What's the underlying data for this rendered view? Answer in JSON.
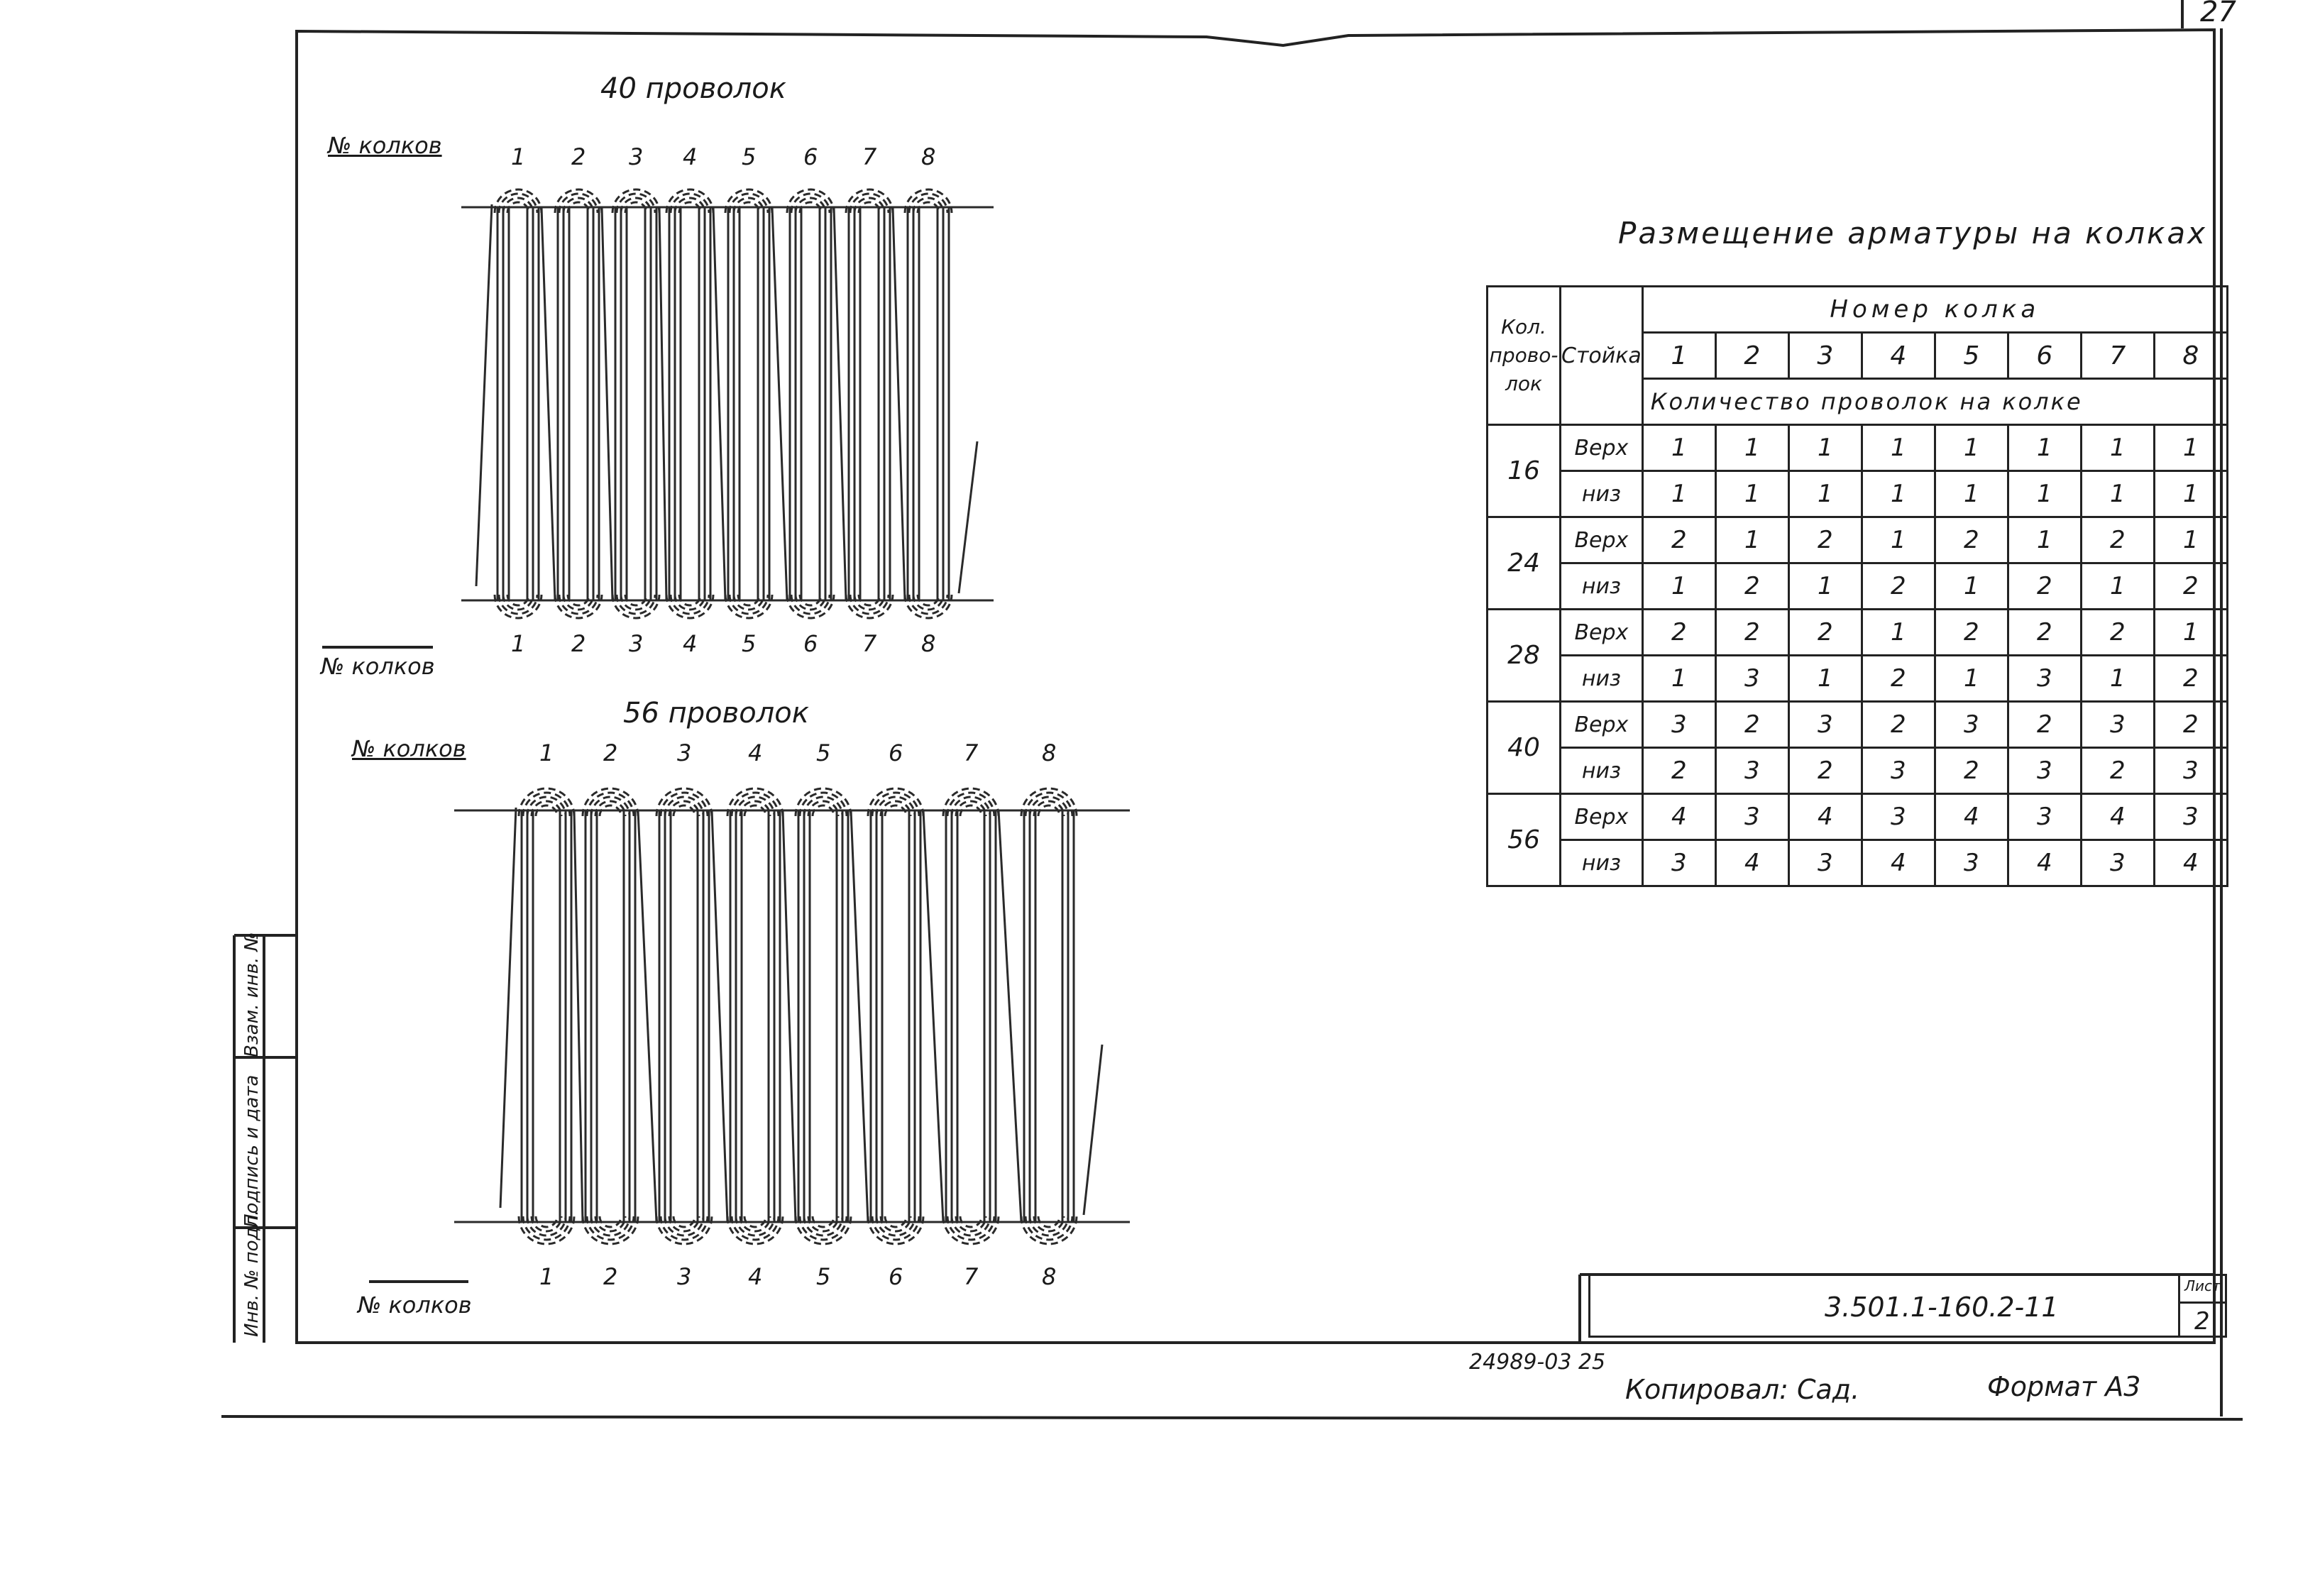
{
  "page_number": "27",
  "diagram_40": {
    "title": "40 проволок",
    "label_top": "№ колков",
    "label_bottom": "№ колков",
    "numbers_top": [
      "1",
      "2",
      "3",
      "4",
      "5",
      "6",
      "7",
      "8"
    ],
    "numbers_bottom": [
      "1",
      "2",
      "3",
      "4",
      "5",
      "6",
      "7",
      "8"
    ]
  },
  "diagram_56": {
    "title": "56 проволок",
    "label_top": "№ колков",
    "label_bottom": "№ колков",
    "numbers_top": [
      "1",
      "2",
      "3",
      "4",
      "5",
      "6",
      "7",
      "8"
    ],
    "numbers_bottom": [
      "1",
      "2",
      "3",
      "4",
      "5",
      "6",
      "7",
      "8"
    ]
  },
  "table": {
    "title": "Размещение арматуры на колках",
    "header_count": "Кол. прово-лок",
    "header_stand": "Стойка",
    "header_peg_number": "Номер колка",
    "peg_numbers": [
      "1",
      "2",
      "3",
      "4",
      "5",
      "6",
      "7",
      "8"
    ],
    "header_wires_per_peg": "Количество проволок на колке",
    "groups": [
      {
        "count": "16",
        "rows": [
          {
            "stand": "Верх",
            "values": [
              "1",
              "1",
              "1",
              "1",
              "1",
              "1",
              "1",
              "1"
            ]
          },
          {
            "stand": "низ",
            "values": [
              "1",
              "1",
              "1",
              "1",
              "1",
              "1",
              "1",
              "1"
            ]
          }
        ]
      },
      {
        "count": "24",
        "rows": [
          {
            "stand": "Верх",
            "values": [
              "2",
              "1",
              "2",
              "1",
              "2",
              "1",
              "2",
              "1"
            ]
          },
          {
            "stand": "низ",
            "values": [
              "1",
              "2",
              "1",
              "2",
              "1",
              "2",
              "1",
              "2"
            ]
          }
        ]
      },
      {
        "count": "28",
        "rows": [
          {
            "stand": "Верх",
            "values": [
              "2",
              "2",
              "2",
              "1",
              "2",
              "2",
              "2",
              "1"
            ]
          },
          {
            "stand": "низ",
            "values": [
              "1",
              "3",
              "1",
              "2",
              "1",
              "3",
              "1",
              "2"
            ]
          }
        ]
      },
      {
        "count": "40",
        "rows": [
          {
            "stand": "Верх",
            "values": [
              "3",
              "2",
              "3",
              "2",
              "3",
              "2",
              "3",
              "2"
            ]
          },
          {
            "stand": "низ",
            "values": [
              "2",
              "3",
              "2",
              "3",
              "2",
              "3",
              "2",
              "3"
            ]
          }
        ]
      },
      {
        "count": "56",
        "rows": [
          {
            "stand": "Верх",
            "values": [
              "4",
              "3",
              "4",
              "3",
              "4",
              "3",
              "4",
              "3"
            ]
          },
          {
            "stand": "низ",
            "values": [
              "3",
              "4",
              "3",
              "4",
              "3",
              "4",
              "3",
              "4"
            ]
          }
        ]
      }
    ]
  },
  "stamp": {
    "code": "3.501.1-160.2-11",
    "sheet_label": "Лист",
    "sheet_number": "2"
  },
  "side_labels": [
    "Инв. № подл.",
    "Подпись и дата",
    "Взам. инв. №"
  ],
  "footer": {
    "order_number": "24989-03 25",
    "copied_by": "Копировал: Сад.",
    "format": "Формат А3"
  }
}
